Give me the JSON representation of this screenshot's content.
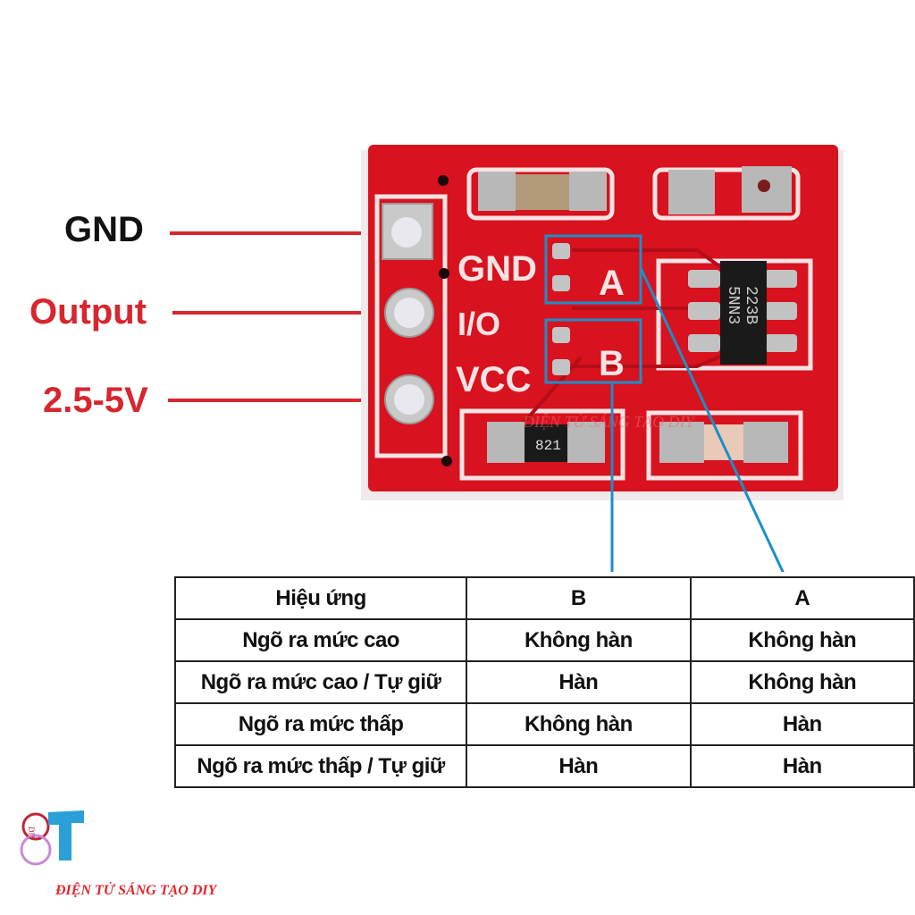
{
  "pin_labels": [
    {
      "text": "GND",
      "color": "#111111"
    },
    {
      "text": "Output",
      "color": "#d7262e"
    },
    {
      "text": "2.5-5V",
      "color": "#d7262e"
    }
  ],
  "board": {
    "silkscreen": {
      "gnd": "GND",
      "io": "I/O",
      "vcc": "VCC",
      "jumper_a": "A",
      "jumper_b": "B"
    },
    "chip_marking": [
      "223B",
      "5NN3"
    ],
    "resistor_marking": "821",
    "watermark": "ĐIỆN TỬ SÁNG TẠO DIY",
    "pcb_color": "#d8121f",
    "callout_color": "#1b8fc9"
  },
  "table": {
    "headers": [
      "Hiệu ứng",
      "B",
      "A"
    ],
    "rows": [
      [
        "Ngõ ra mức cao",
        "Không hàn",
        "Không hàn"
      ],
      [
        "Ngõ ra mức cao / Tự giữ",
        "Hàn",
        "Không hàn"
      ],
      [
        "Ngõ ra mức thấp",
        "Không hàn",
        "Hàn"
      ],
      [
        "Ngõ ra mức thấp / Tự giữ",
        "Hàn",
        "Hàn"
      ]
    ]
  },
  "brand": {
    "logo_letters": "DIY",
    "logo_mark": "ST",
    "name": "ĐIỆN TỬ SÁNG TẠO DIY"
  }
}
